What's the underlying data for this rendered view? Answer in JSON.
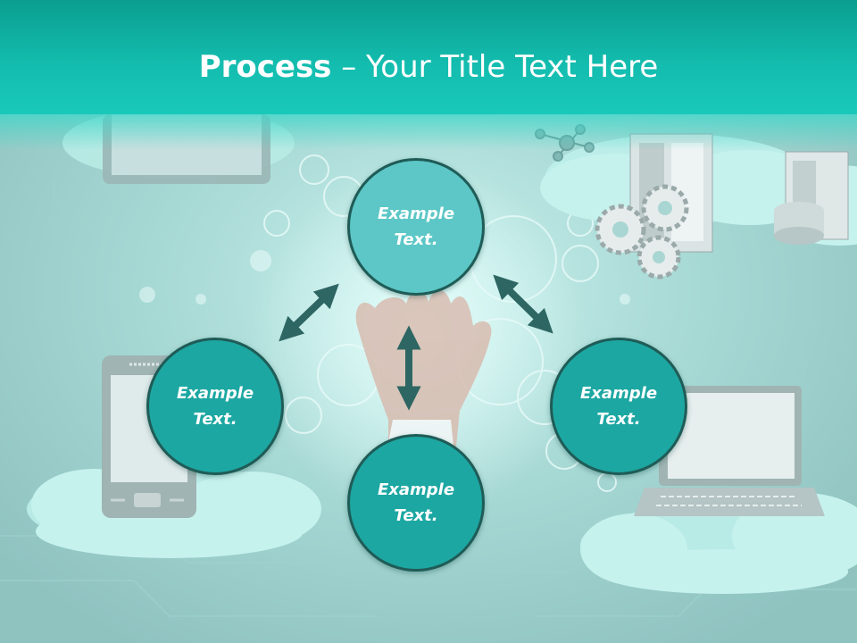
{
  "slide": {
    "title_bold": "Process",
    "title_rest": " – Your Title Text Here"
  },
  "nodes": {
    "top": "Example\nText.",
    "left": "Example\nText.",
    "right": "Example\nText.",
    "bottom": "Example\nText."
  },
  "colors": {
    "header": "#13bcae",
    "node_fill": "#1da7a2",
    "node_top_fill": "#5cc7c6",
    "node_border": "#1f5c57",
    "arrow": "#2e6663"
  },
  "icons": [
    "cloud-icon",
    "phone-icon",
    "laptop-icon",
    "server-icon",
    "gear-icon",
    "tablet-icon"
  ]
}
